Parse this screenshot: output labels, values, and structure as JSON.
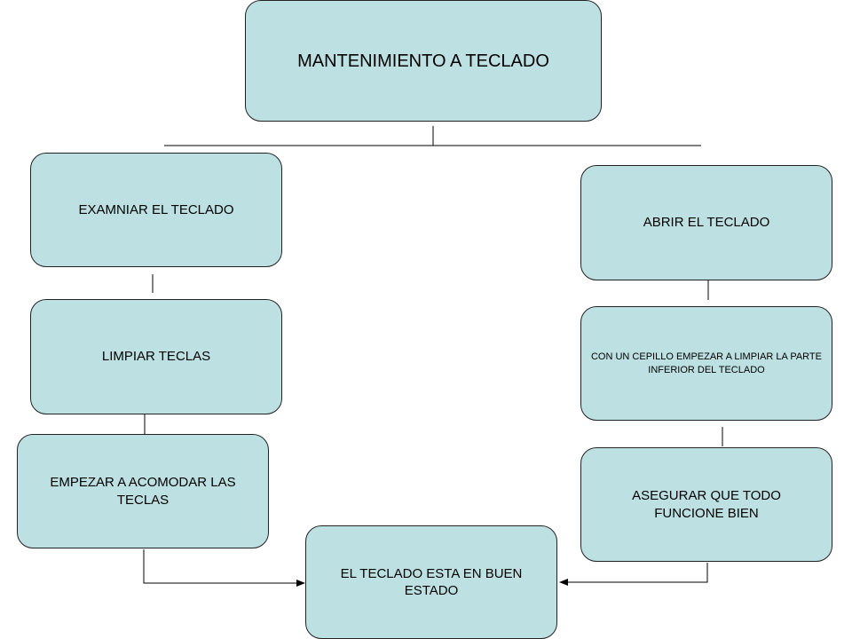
{
  "nodes": {
    "title": "MANTENIMIENTO A TECLADO",
    "examinar": "EXAMNIAR EL TECLADO",
    "limpiar": "LIMPIAR TECLAS",
    "acomodar": "EMPEZAR A ACOMODAR LAS TECLAS",
    "abrir": "ABRIR EL TECLADO",
    "cepillo": "CON UN CEPILLO EMPEZAR A LIMPIAR LA PARTE INFERIOR DEL TECLADO",
    "asegurar": "ASEGURAR QUE TODO FUNCIONE BIEN",
    "final": "EL TECLADO ESTA EN BUEN ESTADO"
  },
  "colors": {
    "box_fill": "#bde1e3",
    "line": "#000000"
  }
}
